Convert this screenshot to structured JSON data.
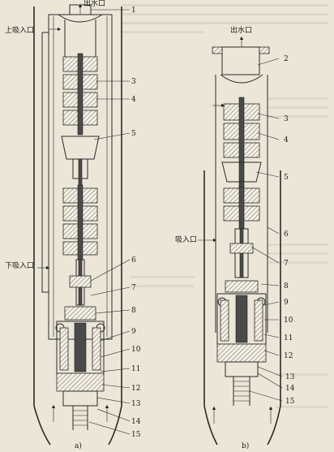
{
  "figure_a": {
    "caption": "a)",
    "labels": {
      "outlet": "出水口",
      "upper_inlet": "上吸入口",
      "lower_inlet": "下吸入口"
    },
    "part_numbers": [
      "1",
      "3",
      "4",
      "5",
      "6",
      "7",
      "8",
      "9",
      "10",
      "11",
      "12",
      "13",
      "14",
      "15"
    ]
  },
  "figure_b": {
    "caption": "b)",
    "labels": {
      "outlet": "出水口",
      "inlet": "吸入口"
    },
    "part_numbers": [
      "2",
      "3",
      "4",
      "5",
      "6",
      "7",
      "8",
      "9",
      "10",
      "11",
      "12",
      "13",
      "14",
      "15"
    ]
  }
}
